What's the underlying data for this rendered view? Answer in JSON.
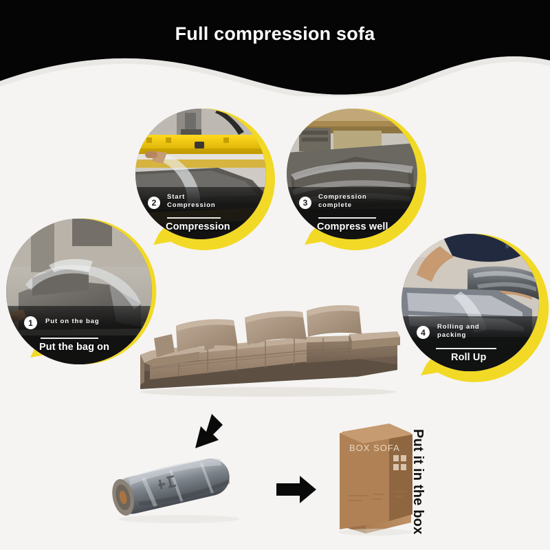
{
  "header": {
    "title": "Full compression sofa",
    "background_color": "#050505",
    "text_color": "#ffffff"
  },
  "theme": {
    "accent_yellow": "#f2d925",
    "page_background": "#f5f4f2",
    "label_overlay": "#101010",
    "label_text": "#ffffff"
  },
  "steps": [
    {
      "number": "1",
      "sub_label": "Put on the bag",
      "caption": "Put the bag on",
      "photo_alt": "worker-placing-plastic-bag-over-sofa"
    },
    {
      "number": "2",
      "sub_label": "Start Compression",
      "sub_line1": "Start",
      "sub_line2": "Compression",
      "caption": "Compression",
      "photo_alt": "yellow-compression-machine-pressing-sofa"
    },
    {
      "number": "3",
      "sub_label": "Compression complete",
      "sub_line1": "Compression",
      "sub_line2": "complete",
      "caption": "Compress well",
      "photo_alt": "flattened-compressed-sofa-under-press"
    },
    {
      "number": "4",
      "sub_label": "Rolling and packing",
      "sub_line1": "Rolling and",
      "sub_line2": "packing",
      "caption": "Roll Up",
      "photo_alt": "worker-rolling-compressed-sofa-in-plastic"
    }
  ],
  "product": {
    "alt": "brown-modular-sectional-sofa",
    "fabric_color": "#a08872"
  },
  "bottom": {
    "roll_alt": "rolled-sofa-wrapped-in-plastic",
    "arrow_down_alt": "arrow-pointing-down-left",
    "arrow_right_alt": "arrow-pointing-right",
    "box_text": "BOX SOFA",
    "box_caption": "Put it in the box",
    "box_color": "#b08154"
  }
}
